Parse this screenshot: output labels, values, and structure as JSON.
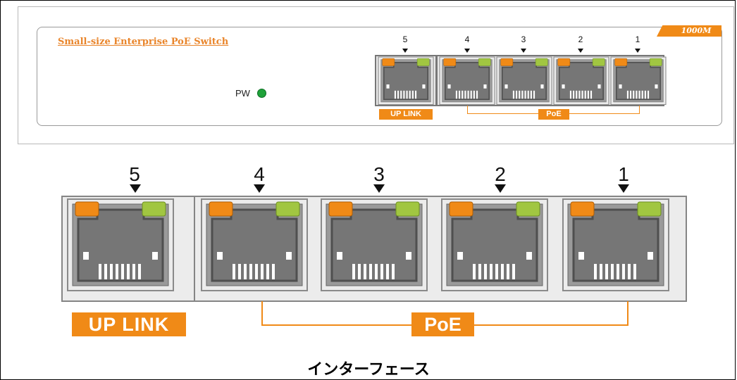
{
  "title": "インターフェース",
  "device": {
    "product_name": "Small-size Enterprise PoE Switch",
    "model": "1000M",
    "power_label": "PW"
  },
  "ports": [
    "1",
    "2",
    "3",
    "4",
    "5"
  ],
  "uplink_label": "UP LINK",
  "poe_label": "PoE",
  "colors": {
    "accent_orange": "#f08a17",
    "link_green": "#a1c641",
    "power_led_green": "#1fa23a",
    "port_gray": "#7b7b7b"
  }
}
